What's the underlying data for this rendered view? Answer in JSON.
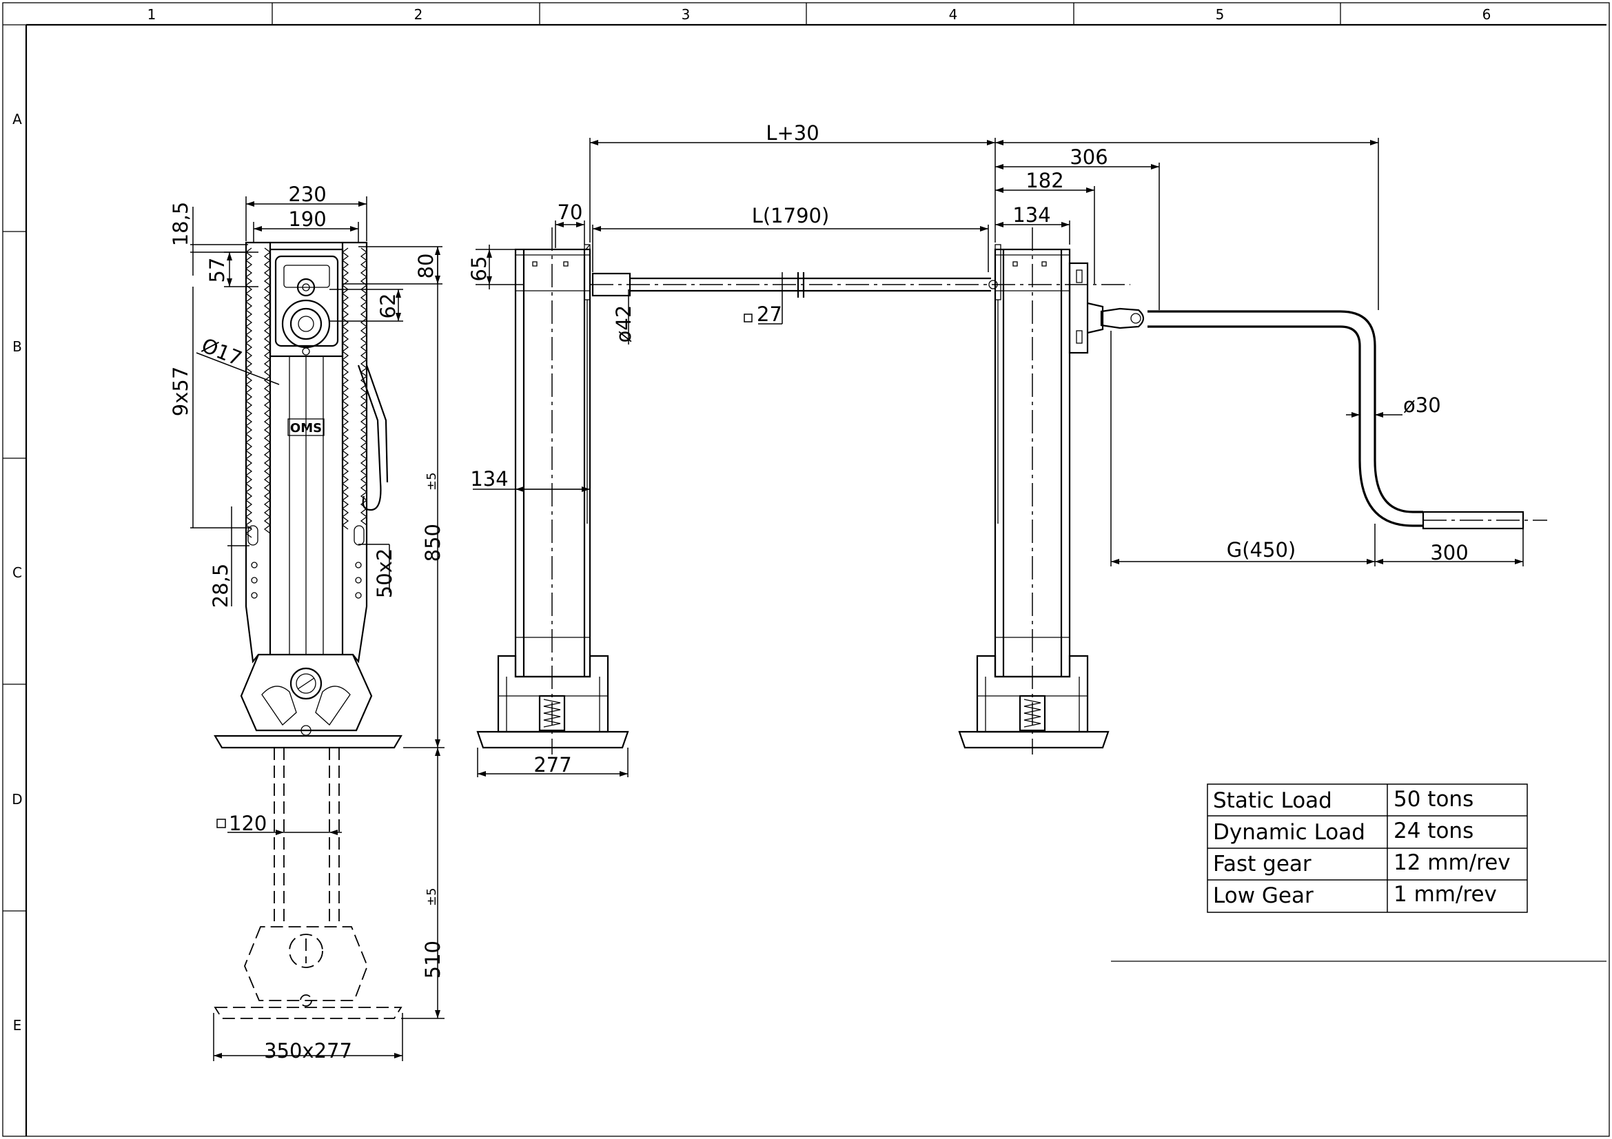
{
  "frame": {
    "columns": [
      "1",
      "2",
      "3",
      "4",
      "5",
      "6"
    ],
    "rows": [
      "A",
      "B",
      "C",
      "D",
      "E"
    ]
  },
  "front_view": {
    "dims": {
      "d18_5": "18,5",
      "d230": "230",
      "d190": "190",
      "d57": "57",
      "d80": "80",
      "d62": "62",
      "d17": "Ø17",
      "d9x57": "9x57",
      "d850": "850",
      "d850_tol": "±5",
      "d28_5": "28,5",
      "d50x2": "50x2",
      "d120": "120",
      "d510": "510",
      "d510_tol": "±5",
      "d350x277": "350x277"
    },
    "logo_text": "OMS"
  },
  "side_view": {
    "dims": {
      "l_plus_30": "L+30",
      "d306": "306",
      "d182": "182",
      "d70": "70",
      "l_1790": "L(1790)",
      "d134_top": "134",
      "d65": "65",
      "d27": "27",
      "d42": "ø42",
      "d30": "ø30",
      "d134_side": "134",
      "g_450": "G(450)",
      "d300": "300",
      "d277": "277"
    }
  },
  "spec_table": [
    {
      "label": "Static Load",
      "value": "50 tons"
    },
    {
      "label": "Dynamic Load",
      "value": "24 tons"
    },
    {
      "label": "Fast gear",
      "value": "12 mm/rev"
    },
    {
      "label": "Low Gear",
      "value": "1 mm/rev"
    }
  ]
}
